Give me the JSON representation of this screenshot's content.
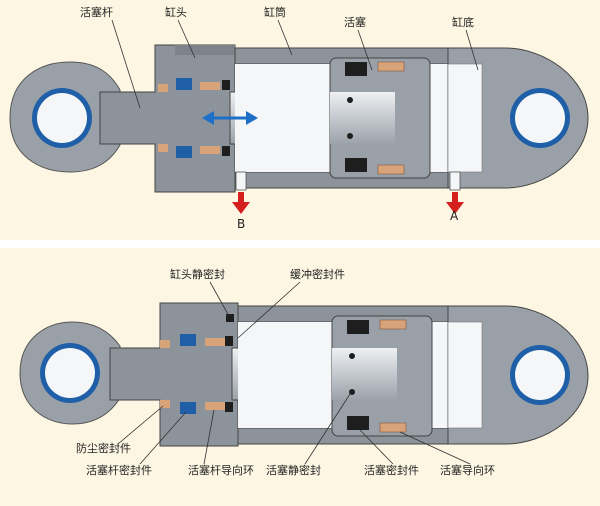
{
  "top": {
    "labels": {
      "piston_rod": "活塞杆",
      "cylinder_head": "缸头",
      "cylinder_barrel": "缸筒",
      "piston": "活塞",
      "cylinder_bottom": "缸底"
    },
    "ports": {
      "a": "A",
      "b": "B"
    }
  },
  "bottom": {
    "labels": {
      "head_static_seal": "缸头静密封",
      "cushion_seal": "缓冲密封件",
      "dust_seal": "防尘密封件",
      "rod_seal": "活塞杆密封件",
      "rod_guide_ring": "活塞杆导向环",
      "piston_static_seal": "活塞静密封",
      "piston_seal": "活塞密封件",
      "piston_guide_ring": "活塞导向环"
    }
  },
  "colors": {
    "background": "#fdf6e3",
    "metal_dark": "#8a9098",
    "metal_light": "#c9ced4",
    "rod": "#d4d8dd",
    "seal_blue": "#1f5fa8",
    "seal_black": "#1e1e1e",
    "guide_ring": "#d9a37a",
    "arrow_red": "#d62020",
    "motion_arrow": "#1e6fc8"
  }
}
